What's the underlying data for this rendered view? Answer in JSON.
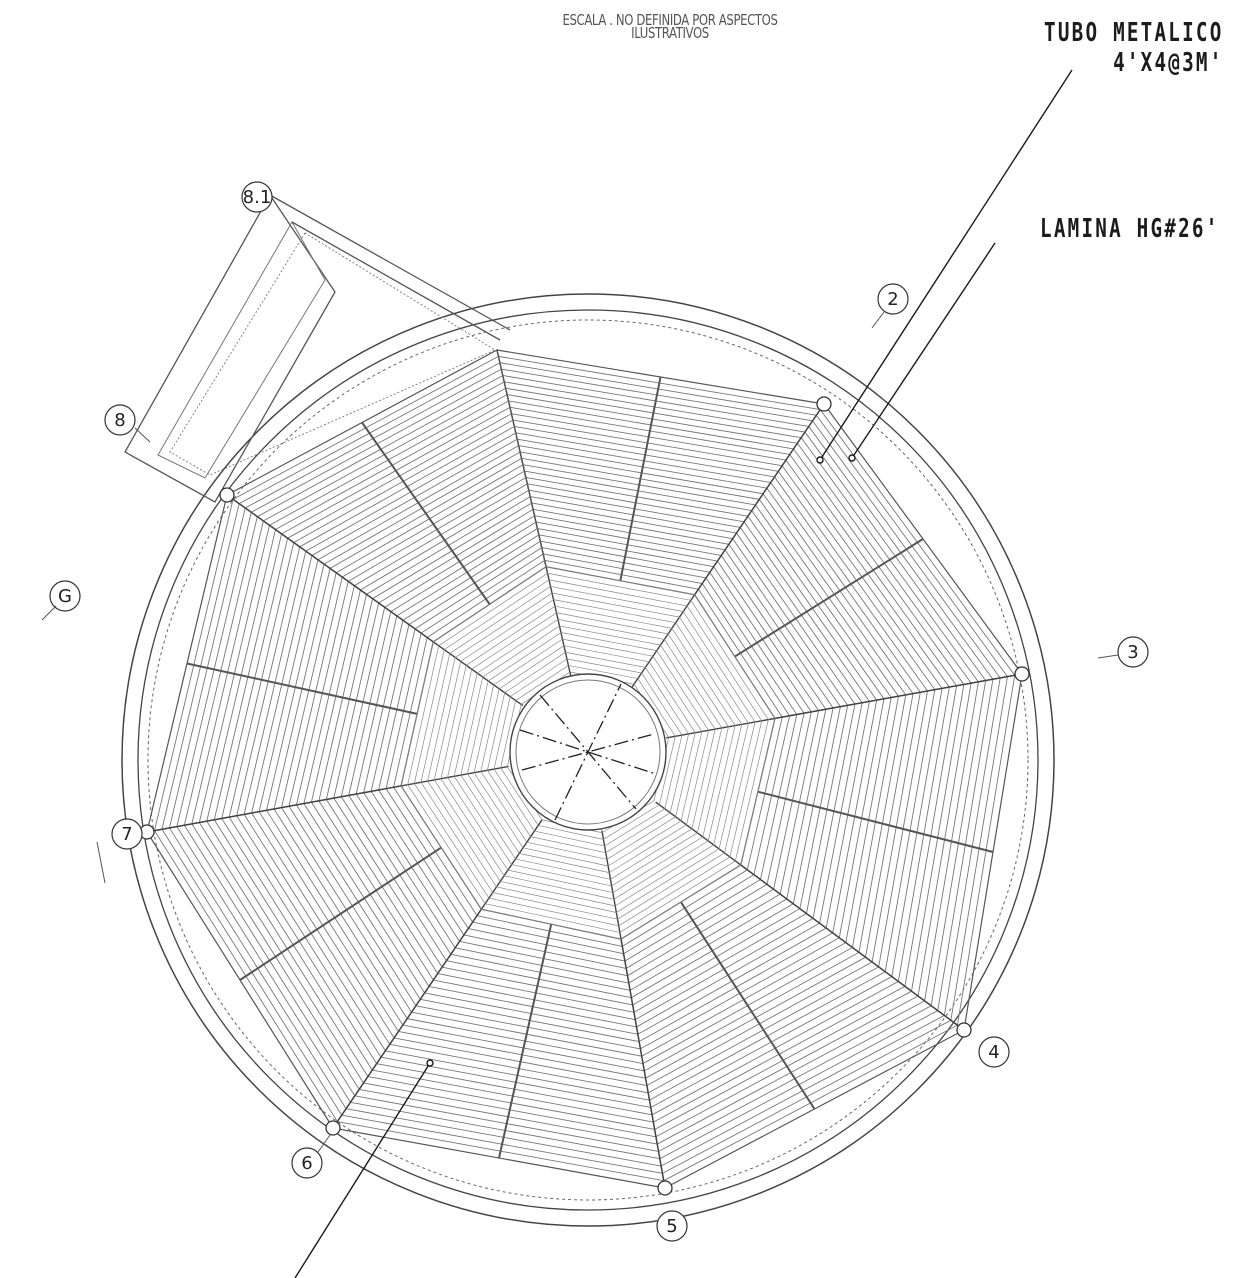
{
  "scale_note": {
    "line1": "ESCALA . NO DEFINIDA POR ASPECTOS",
    "line2": "ILUSTRATIVOS"
  },
  "callouts": {
    "tubo_line1": "TUBO METALICO",
    "tubo_line2": "4'X4@3M'",
    "lamina": "LAMINA HG#26'"
  },
  "grid_axes": {
    "ax_8_1": "8.1",
    "ax_8": "8",
    "ax_2": "2",
    "ax_3": "3",
    "ax_4": "4",
    "ax_5": "5",
    "ax_6": "6",
    "ax_7": "7",
    "ax_g": "G"
  },
  "colors": {
    "line": "#2a2a2a",
    "light_line": "#8a8a8a",
    "hatch": "#6f6f6f"
  }
}
